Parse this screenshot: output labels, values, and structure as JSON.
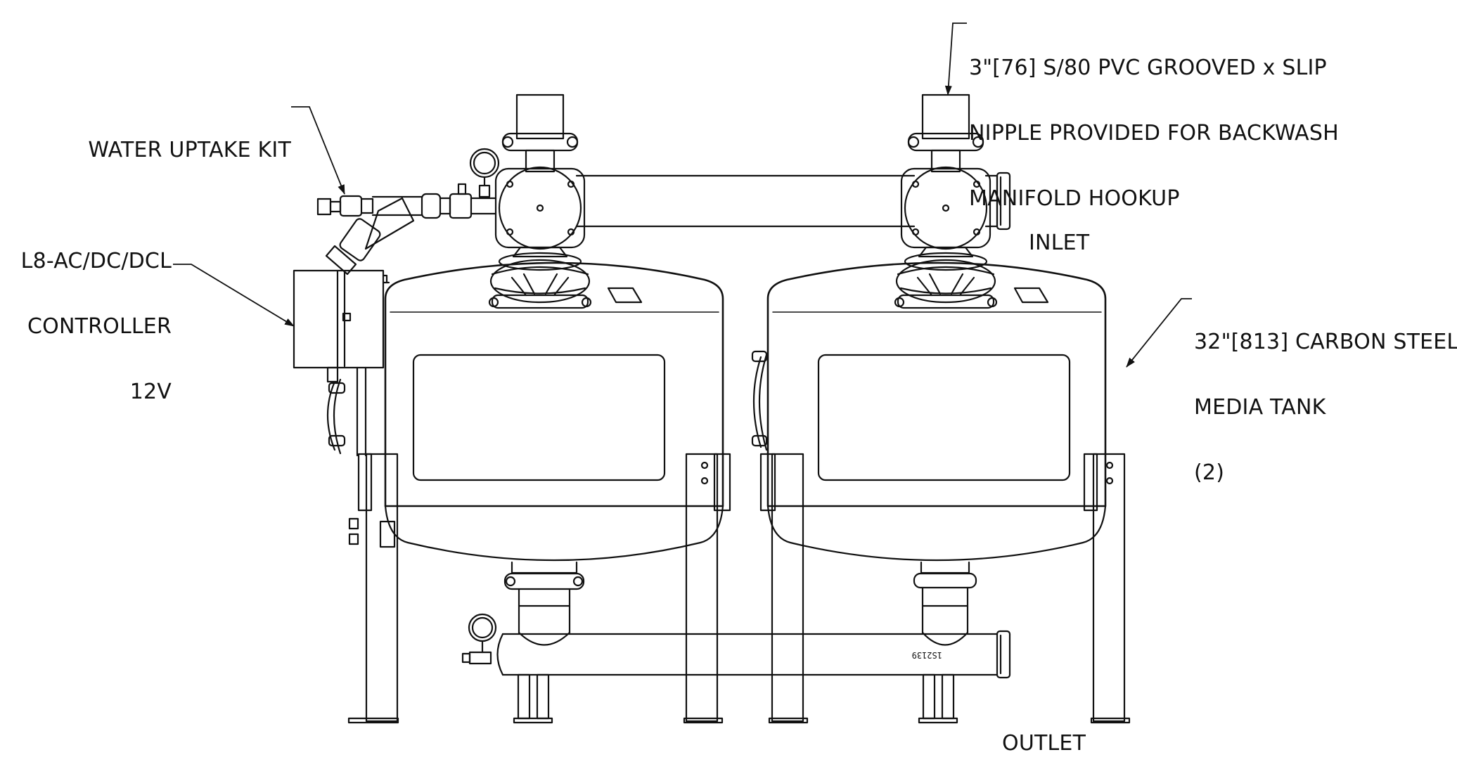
{
  "callouts": {
    "nipple": {
      "line1": "3\"[76] S/80 PVC GROOVED x SLIP",
      "line2": "NIPPLE PROVIDED FOR BACKWASH",
      "line3": "MANIFOLD HOOKUP"
    },
    "uptake": {
      "line1": "WATER UPTAKE KIT"
    },
    "controller": {
      "line1": "L8-AC/DC/DCL",
      "line2": "CONTROLLER",
      "line3": "12V"
    },
    "tank": {
      "line1": "32\"[813] CARBON STEEL",
      "line2": "MEDIA TANK",
      "line3": "(2)"
    },
    "inlet": {
      "line1": "INLET"
    },
    "outlet": {
      "line1": "OUTLET"
    }
  },
  "pipe_mark": "1S2139",
  "colors": {
    "line": "#111111",
    "background": "#ffffff"
  }
}
